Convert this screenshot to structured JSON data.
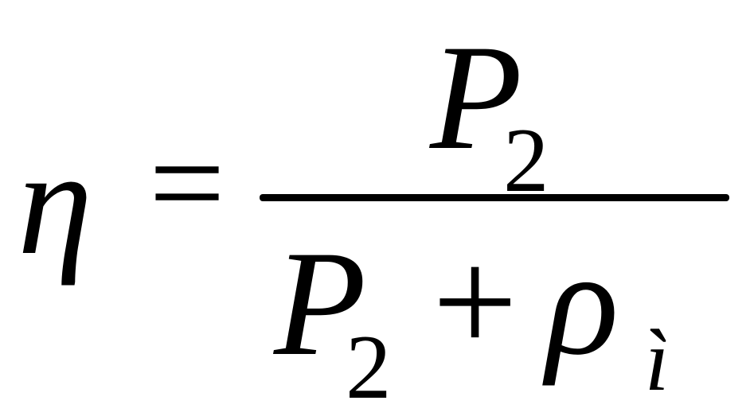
{
  "formula": {
    "lhs": "η",
    "equals": "=",
    "numerator": {
      "base": "P",
      "subscript": "2"
    },
    "denominator": {
      "first_base": "P",
      "first_subscript": "2",
      "operator": "+",
      "second_base": "ρ",
      "second_subscript": "ì"
    }
  }
}
